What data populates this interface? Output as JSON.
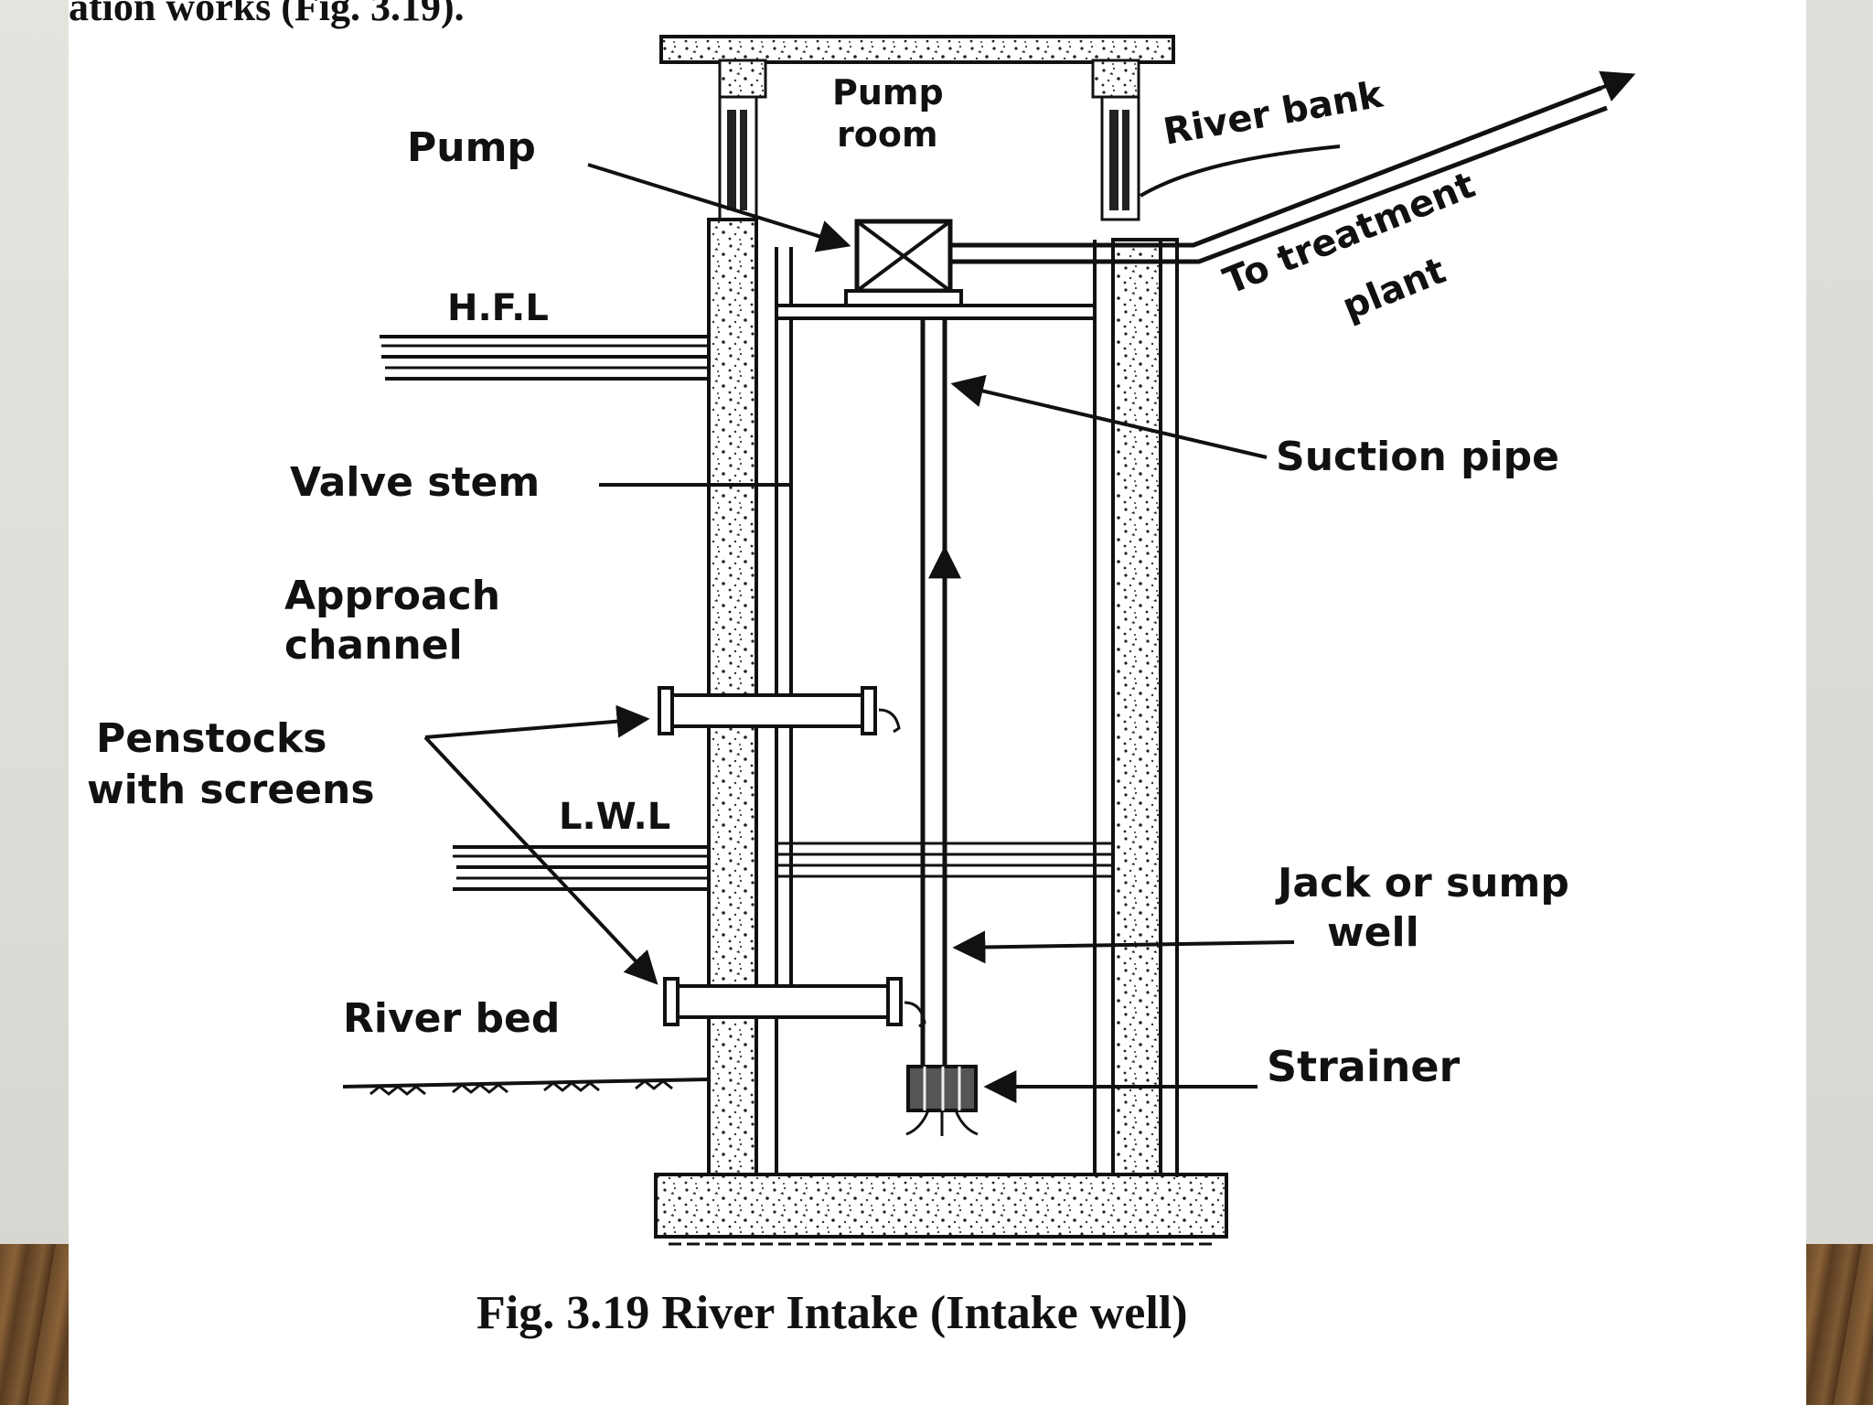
{
  "page_heading_fragment": "ation works (Fig. 3.19).",
  "caption": "Fig. 3.19 River Intake (Intake well)",
  "labels": {
    "pump_room_line1": "Pump",
    "pump_room_line2": "room",
    "pump": "Pump",
    "river_bank": "River bank",
    "to_treatment_line1": "To treatment",
    "to_treatment_line2": "plant",
    "hfl": "H.F.L",
    "suction_pipe": "Suction pipe",
    "valve_stem": "Valve stem",
    "approach_line1": "Approach",
    "approach_line2": "channel",
    "penstocks_line1": "Penstocks",
    "penstocks_line2": "with screens",
    "lwl": "L.W.L",
    "jack_line1": "Jack or sump",
    "jack_line2": "well",
    "river_bed": "River bed",
    "strainer": "Strainer"
  },
  "colors": {
    "ink": "#111111",
    "concrete": "#ffffff",
    "slide": "#ffffff",
    "backdrop": "#d9d8d3"
  }
}
